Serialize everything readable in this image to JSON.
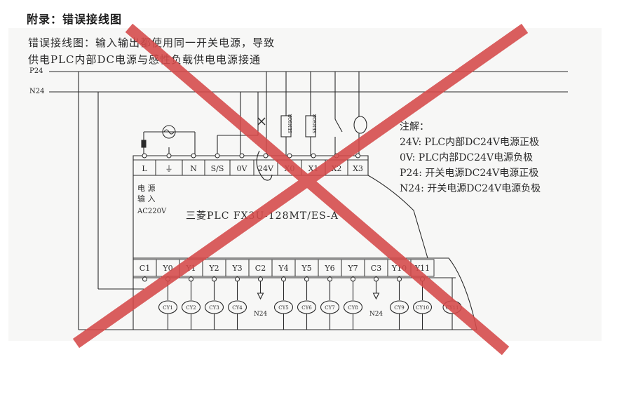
{
  "title": "附录：错误接线图",
  "description": {
    "line1": "错误接线图：输入输出都使用同一开关电源，导致",
    "line2": "供电PLC内部DC电源与感性负载供电电源接通"
  },
  "bus": {
    "p24": "P24",
    "n24": "N24"
  },
  "notes": {
    "header": "注解：",
    "items": [
      "24V: PLC内部DC24V电源正极",
      "0V:  PLC内部DC24V电源负极",
      "P24: 开关电源DC24V电源正极",
      "N24: 开关电源DC24V电源负极"
    ]
  },
  "plc": {
    "model": "三菱PLC  FX3U-128MT/ES-A",
    "power_label_line1": "电  源",
    "power_label_line2": "输  入",
    "power_label_line3": "AC220V",
    "top_terminals": [
      "L",
      "⏚",
      "N",
      "S/S",
      "0V",
      "24V",
      "X0",
      "X1",
      "X2",
      "X3"
    ],
    "bottom_terminals": [
      "C1",
      "Y0",
      "Y1",
      "Y2",
      "Y3",
      "C2",
      "Y4",
      "Y5",
      "Y6",
      "Y7",
      "C3",
      "Y10",
      "Y11"
    ]
  },
  "loads": [
    "CY1",
    "CY2",
    "CY3",
    "CY4",
    "CY5",
    "CY6",
    "CY7",
    "CY8",
    "CY9",
    "CY10",
    "CY11"
  ],
  "n24_labels": [
    "N24",
    "N24"
  ],
  "sensor_labels": [
    "SENSOR",
    "SENSOR"
  ],
  "colors": {
    "cross": "#d64a4a",
    "ink": "#2a2a2a"
  }
}
